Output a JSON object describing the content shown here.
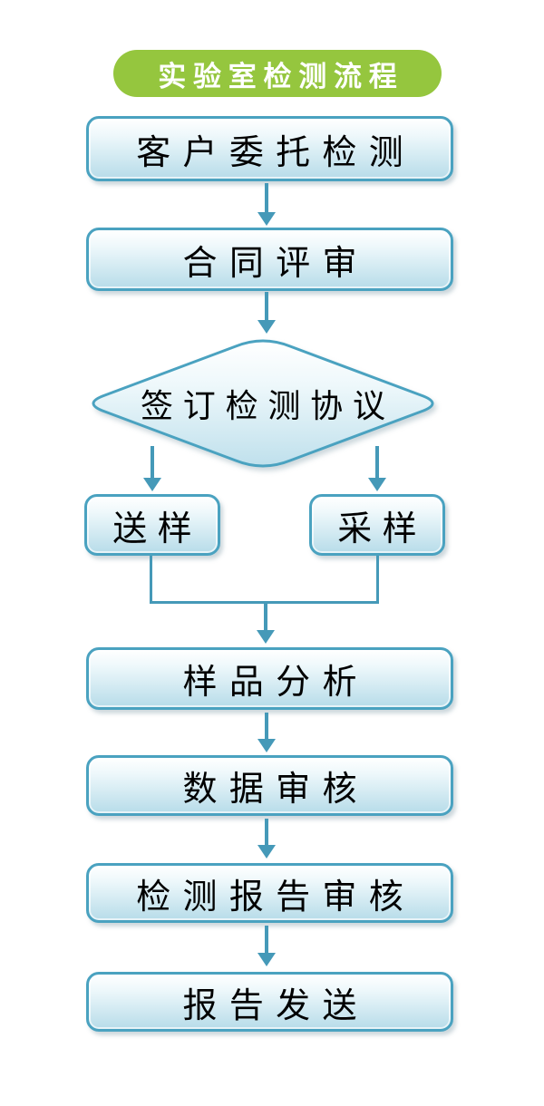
{
  "title": {
    "label": "实验室检测流程"
  },
  "colors": {
    "title_bg": "#95c63e",
    "title_text": "#ffffff",
    "box_border": "#4aa2c0",
    "box_fill_top": "#ffffff",
    "box_fill_bottom": "#b7dce9",
    "arrow": "#4599b8",
    "node_text": "#000000"
  },
  "nodes": [
    {
      "id": "client-commission",
      "type": "process",
      "label": "客户委托检测"
    },
    {
      "id": "contract-review",
      "type": "process",
      "label": "合同评审"
    },
    {
      "id": "sign-agreement",
      "type": "decision",
      "label": "签订检测协议"
    },
    {
      "id": "send-sample",
      "type": "process",
      "label": "送样"
    },
    {
      "id": "collect-sample",
      "type": "process",
      "label": "采样"
    },
    {
      "id": "sample-analysis",
      "type": "process",
      "label": "样品分析"
    },
    {
      "id": "data-review",
      "type": "process",
      "label": "数据审核"
    },
    {
      "id": "report-review",
      "type": "process",
      "label": "检测报告审核"
    },
    {
      "id": "report-delivery",
      "type": "process",
      "label": "报告发送"
    }
  ]
}
